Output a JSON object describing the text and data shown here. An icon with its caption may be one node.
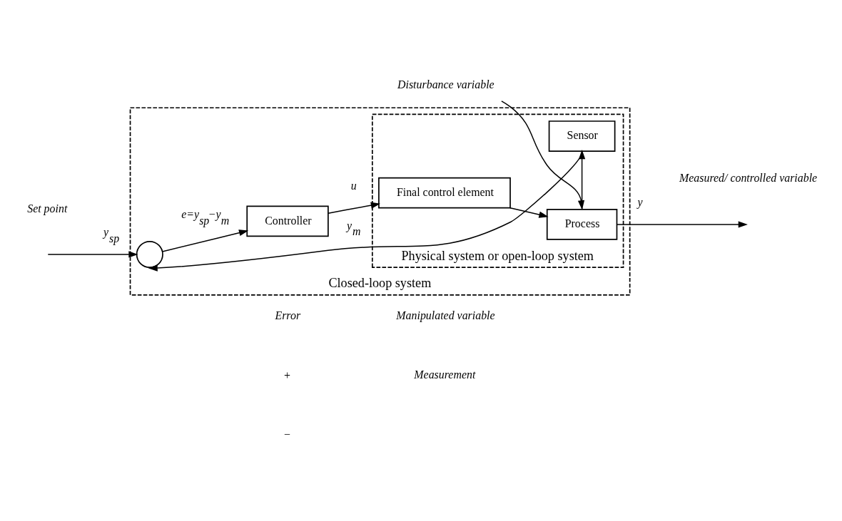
{
  "diagram": {
    "nodes": [
      {
        "text": [
          "Closed-loop system"
        ]
      },
      {
        "text": [
          "Physical system or open-loop system"
        ],
        "in": 0
      },
      {
        "text": [],
        "shape": "circle",
        "in": 0
      },
      {
        "text": [
          "Controller"
        ],
        "in": 0
      },
      {
        "text": [
          "Final control element"
        ],
        "in": 1
      },
      {
        "text": [
          "Process"
        ],
        "in": 1
      },
      {
        "text": [
          "Sensor"
        ],
        "in": 1
      },
      {
        "text": [
          "Disturbance variable"
        ]
      }
    ],
    "edges": [
      {
        "from": null,
        "to": 2,
        "arrow": "to",
        "label": "y$_{sp}$"
      },
      {
        "from": 2,
        "to": 3,
        "arrow": "to",
        "label": "e=y$_{sp}$−y$_{m}$"
      },
      {
        "from": 3,
        "to": 4,
        "arrow": "to",
        "label": "u"
      },
      {
        "from": 4,
        "to": 5,
        "arrow": "to"
      },
      {
        "from": 7,
        "to": 5,
        "arrow": "to"
      },
      {
        "from": 5,
        "to": null,
        "arrow": "to",
        "label": "y"
      },
      {
        "from": 5,
        "to": 6,
        "arrow": "to"
      },
      {
        "from": 6,
        "to": 2,
        "arrow": "to",
        "label": "y$_{m}$"
      }
    ],
    "labels": [
      "Set point",
      "Manipulated variable",
      "Measured/ controlled variable",
      "Error",
      "+",
      "−",
      "Measurement"
    ]
  }
}
